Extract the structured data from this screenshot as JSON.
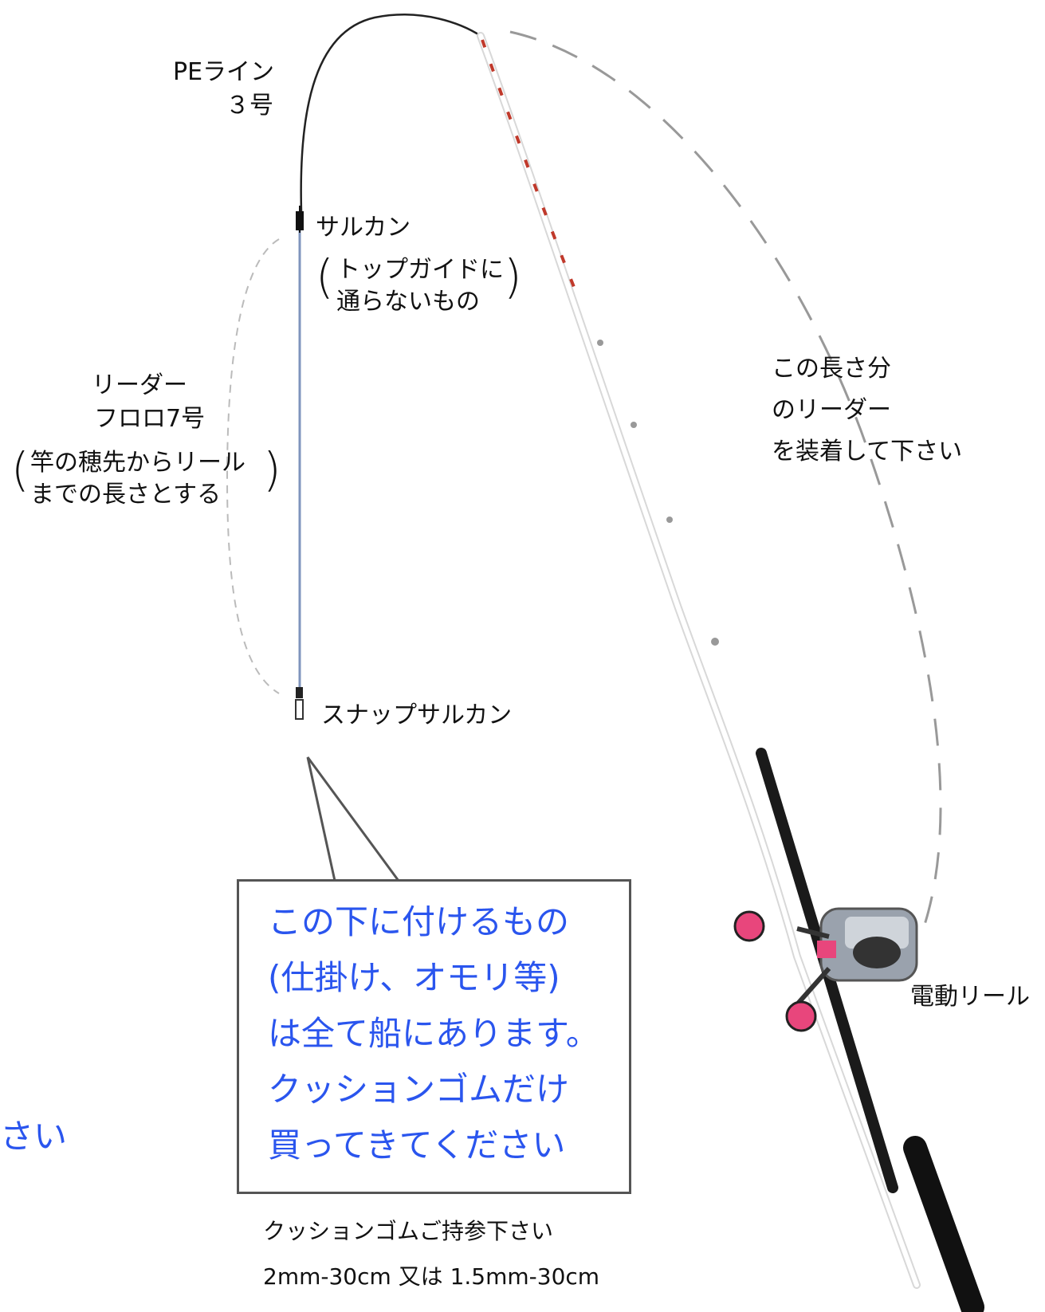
{
  "pe_line": {
    "name": "PEライン",
    "size": "３号"
  },
  "swivel": {
    "name": "サルカン",
    "note_line1": "トップガイドに",
    "note_line2": "通らないもの"
  },
  "leader": {
    "name": "リーダー",
    "spec": "フロロ7号",
    "note_line1": "竿の穂先からリール",
    "note_line2": "までの長さとする"
  },
  "length_note": {
    "line1": "この長さ分",
    "line2": "のリーダー",
    "line3": "を装着して下さい"
  },
  "snap": {
    "name": "スナップサルカン"
  },
  "reel": {
    "name": "電動リール"
  },
  "callout": {
    "lines": [
      "この下に付けるもの",
      "(仕掛け、オモリ等)",
      "は全て船にあります。",
      "クッションゴムだけ",
      "買ってきてください"
    ]
  },
  "left_fragment": "さい",
  "cushion": {
    "line1": "クッションゴムご持参下さい",
    "line2": "2mm-30cm 又は 1.5mm-30cm"
  },
  "colors": {
    "callout_text": "#2a55ee",
    "leader_line": "#7f94bd",
    "rod_guide_red": "#c0392b",
    "reel_handle_pink": "#e8467c"
  }
}
